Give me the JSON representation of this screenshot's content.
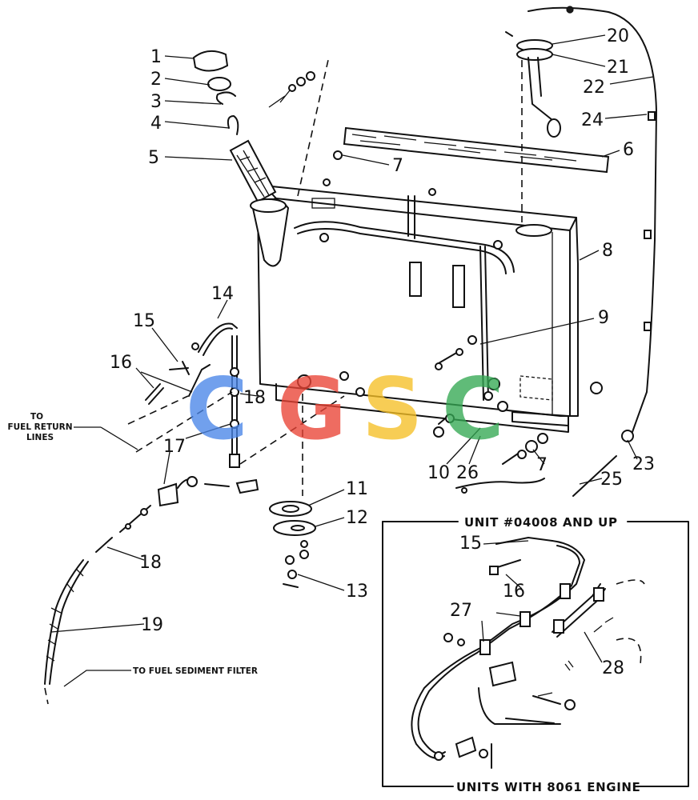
{
  "callouts": [
    "1",
    "2",
    "3",
    "4",
    "5",
    "6",
    "7",
    "8",
    "9",
    "10",
    "11",
    "12",
    "13",
    "14",
    "15",
    "16",
    "17",
    "18",
    "19",
    "20",
    "21",
    "22",
    "23",
    "24",
    "25",
    "26",
    "27",
    "28"
  ],
  "notes": {
    "fuel_return": [
      "TO",
      "FUEL RETURN",
      "LINES"
    ],
    "sediment_filter": "TO FUEL SEDIMENT FILTER",
    "inset_top": "UNIT #04008 AND UP",
    "inset_bottom": "UNITS WITH 8061 ENGINE"
  },
  "watermark": {
    "letters": [
      "C",
      "G",
      "S",
      "C"
    ],
    "colors": [
      "#4a86e8",
      "#ea4335",
      "#f6c026",
      "#34a853"
    ]
  }
}
